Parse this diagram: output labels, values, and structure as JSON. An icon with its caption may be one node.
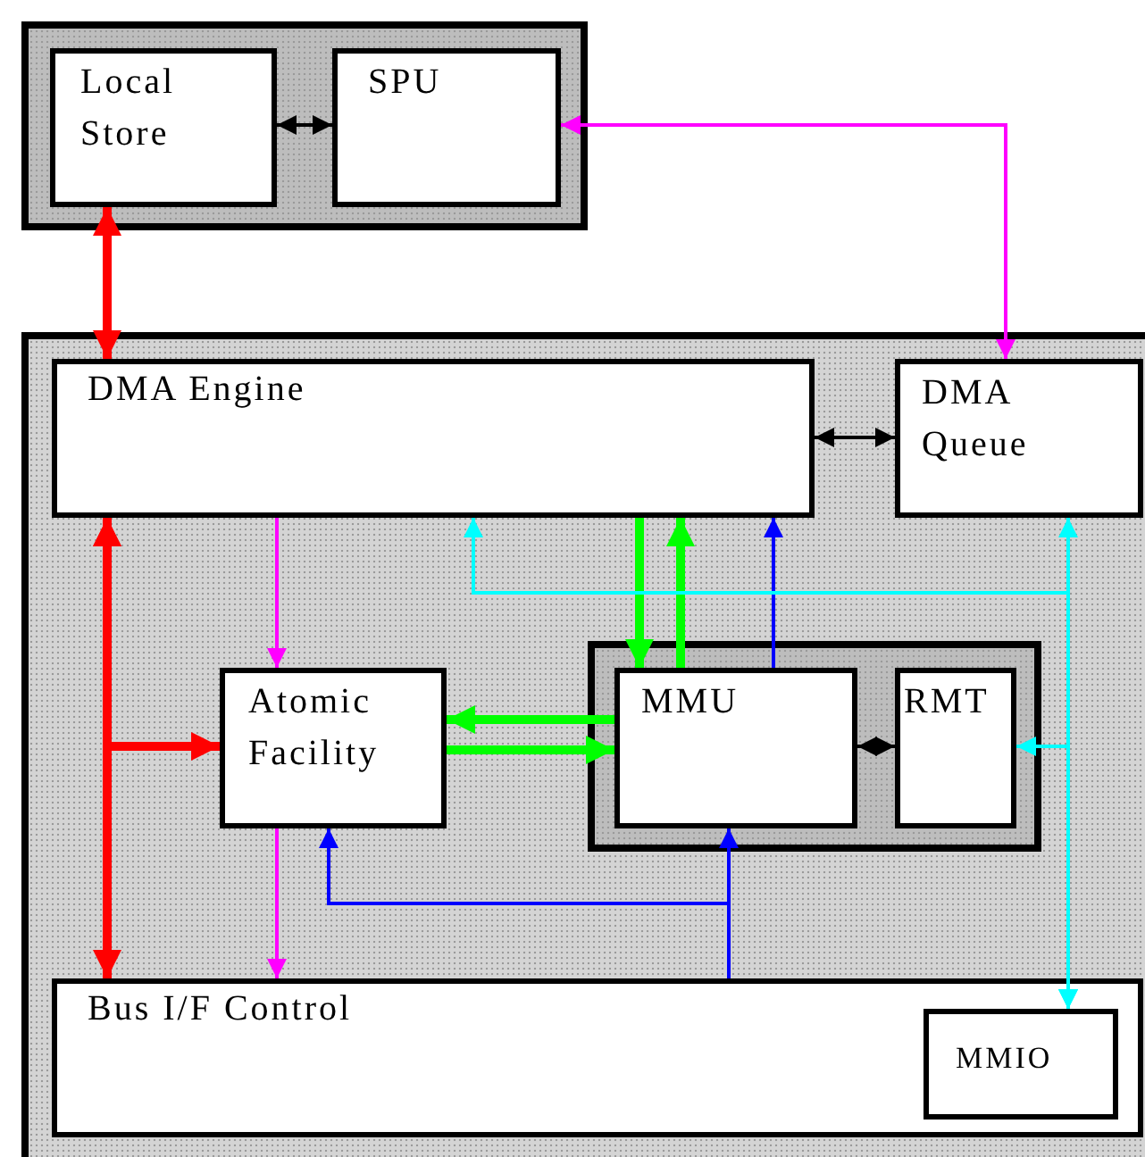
{
  "diagram": {
    "nodes": [
      {
        "text": [],
        "shape": "box"
      },
      {
        "text": [
          "Local Store"
        ],
        "in": 0
      },
      {
        "text": [
          "SPU"
        ],
        "in": 0
      },
      {
        "text": [],
        "shape": "box"
      },
      {
        "text": [
          "DMA Engine"
        ],
        "in": 3
      },
      {
        "text": [
          "DMA Queue"
        ],
        "in": 3
      },
      {
        "text": [
          "Atomic Facility"
        ],
        "in": 3
      },
      {
        "text": [],
        "shape": "box",
        "in": 3
      },
      {
        "text": [
          "MMU"
        ],
        "in": 7
      },
      {
        "text": [
          "RMT"
        ],
        "in": 7
      },
      {
        "text": [
          "Bus I/F Control"
        ],
        "in": 3
      },
      {
        "text": [
          "MMIO"
        ],
        "in": 10
      }
    ],
    "edges": [
      {
        "from": 1,
        "to": 2,
        "arrow": "both",
        "color": "#000000"
      },
      {
        "from": 1,
        "to": 4,
        "arrow": "both",
        "style": "thick",
        "color": "#ff0000"
      },
      {
        "from": 5,
        "to": 2,
        "arrow": "both",
        "color": "#ff00ff"
      },
      {
        "from": 4,
        "to": 5,
        "arrow": "both",
        "color": "#000000"
      },
      {
        "from": 4,
        "to": 10,
        "arrow": "both",
        "style": "thick",
        "color": "#ff0000"
      },
      {
        "from": 4,
        "to": 6,
        "arrow": "both",
        "style": "thick",
        "color": "#ff0000"
      },
      {
        "from": 4,
        "to": 6,
        "arrow": "to",
        "color": "#ff00ff"
      },
      {
        "from": 6,
        "to": 10,
        "arrow": "to",
        "color": "#ff00ff"
      },
      {
        "from": 4,
        "to": 8,
        "arrow": "to",
        "style": "thick",
        "color": "#00ff00"
      },
      {
        "from": 8,
        "to": 4,
        "arrow": "to",
        "style": "thick",
        "color": "#00ff00"
      },
      {
        "from": 8,
        "to": 6,
        "arrow": "to",
        "style": "thick",
        "color": "#00ff00"
      },
      {
        "from": 6,
        "to": 8,
        "arrow": "to",
        "style": "thick",
        "color": "#00ff00"
      },
      {
        "from": 8,
        "to": 9,
        "arrow": "both",
        "color": "#000000"
      },
      {
        "from": 8,
        "to": 4,
        "arrow": "to",
        "color": "#0000ff"
      },
      {
        "from": 10,
        "to": 8,
        "arrow": "to",
        "color": "#0000ff"
      },
      {
        "from": 10,
        "to": 6,
        "arrow": "to",
        "color": "#0000ff"
      },
      {
        "from": 11,
        "to": 5,
        "arrow": "both",
        "color": "#00ffff"
      },
      {
        "from": 11,
        "to": 4,
        "arrow": "both",
        "color": "#00ffff"
      },
      {
        "from": 11,
        "to": 9,
        "arrow": "both",
        "color": "#00ffff"
      }
    ]
  }
}
